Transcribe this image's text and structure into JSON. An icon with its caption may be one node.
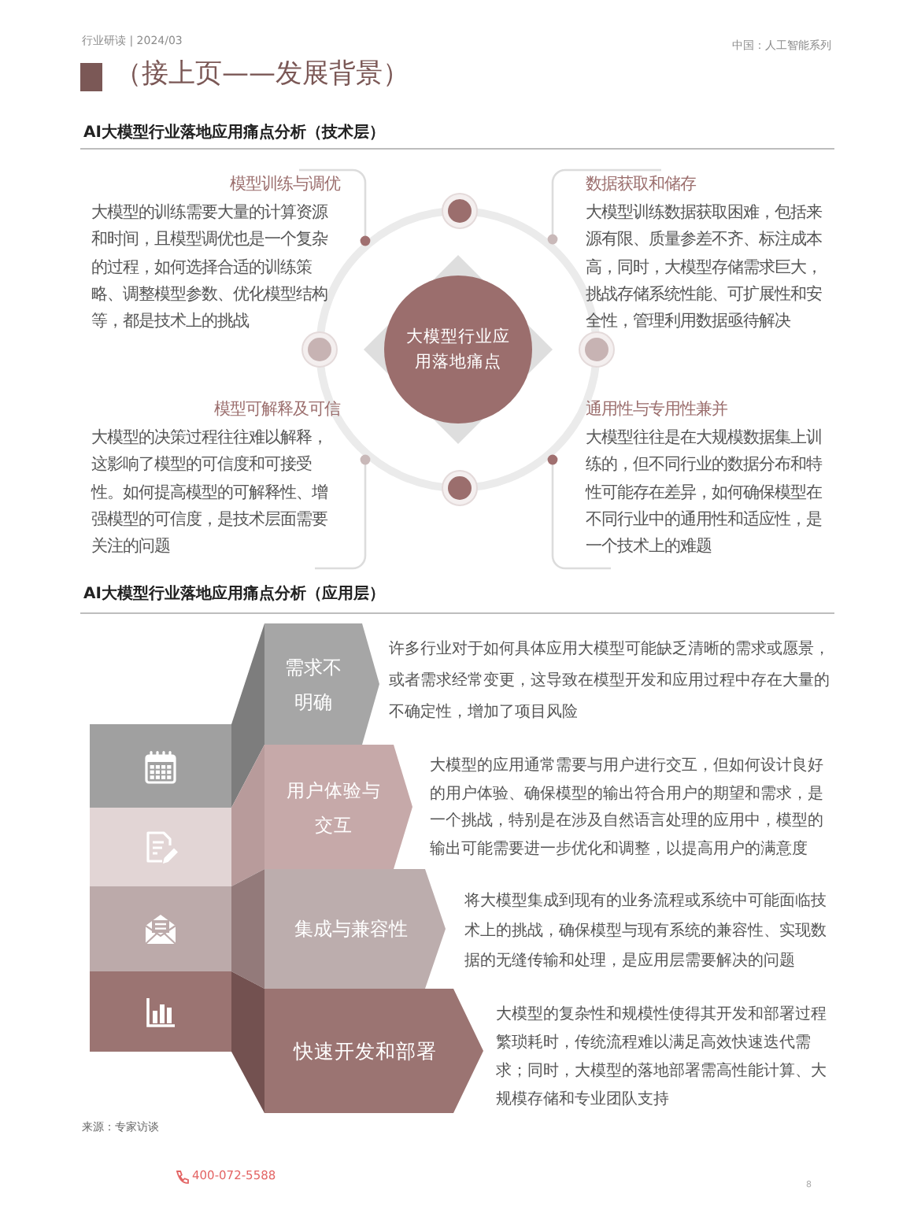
{
  "diagram": {
    "title": "（接上页——发展背景）",
    "nodes": [
      {
        "text": [
          "模型训练与调优",
          "大模型的训练需要大量的计算资源和时间，且模型调优也是一个复杂的过程，如何选择合适的训练策略、调整模型参数、优化模型结构等，都是技术上的挑战"
        ]
      },
      {
        "text": [
          "数据获取和储存",
          "大模型训练数据获取困难，包括来源有限、质量参差不齐、标注成本高，同时，大模型存储需求巨大，挑战存储系统性能、可扩展性和安全性，管理利用数据亟待解决"
        ]
      },
      {
        "text": [
          "大模型行业应用落地痛点"
        ]
      },
      {
        "text": [
          "模型可解释及可信",
          "大模型的决策过程往往难以解释，这影响了模型的可信度和可接受性。如何提高模型的可解释性、增强模型的可信度，是技术层面需要关注的问题"
        ]
      },
      {
        "text": [
          "通用性与专用性兼并",
          "大模型往往是在大规模数据集上训练的，但不同行业的数据分布和特性可能存在差异，如何确保模型在不同行业中的通用性和适应性，是一个技术上的难题"
        ]
      },
      {
        "text": [
          "需求不明确"
        ],
        "beside": [
          "许多行业对于如何具体应用大模型可能缺乏清晰的需求或愿景，或者需求经常变更，这导致在模型开发和应用过程中存在大量的不确定性，增加了项目风险"
        ]
      },
      {
        "text": [
          "用户体验与交互"
        ],
        "beside": [
          "大模型的应用通常需要与用户进行交互，但如何设计良好的用户体验、确保模型的输出符合用户的期望和需求，是一个挑战，特别是在涉及自然语言处理的应用中，模型的输出可能需要进一步优化和调整，以提高用户的满意度"
        ]
      },
      {
        "text": [
          "集成与兼容性"
        ],
        "beside": [
          "将大模型集成到现有的业务流程或系统中可能面临技术上的挑战，确保模型与现有系统的兼容性、实现数据的无缝传输和处理，是应用层需要解决的问题"
        ]
      },
      {
        "text": [
          "快速开发和部署"
        ],
        "beside": [
          "大模型的复杂性和规模性使得其开发和部署过程繁琐耗时，传统流程难以满足高效快速迭代需求；同时，大模型的落地部署需高性能计算、大规模存储和专业团队支持"
        ]
      }
    ],
    "labels": [
      "行业研读 | 2024/03",
      "中国：人工智能系列",
      "AI大模型行业落地应用痛点分析（技术层）",
      "AI大模型行业落地应用痛点分析（应用层）",
      "来源：专家访谈",
      "400-072-5588",
      "8"
    ]
  }
}
